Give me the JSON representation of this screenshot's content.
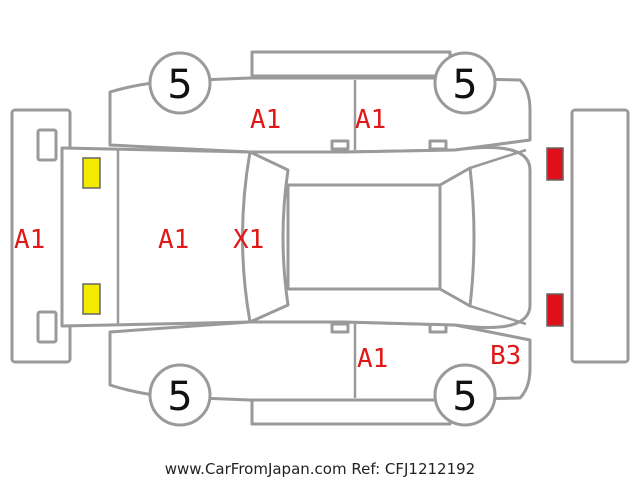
{
  "damage_labels": {
    "front_bumper": "A1",
    "hood": "A1",
    "windshield": "X1",
    "front_left_door": "A1",
    "rear_left_door": "A1",
    "rear_right_door": "A1",
    "rear_right_quarter": "B3"
  },
  "tire_tread": {
    "front_left": "5",
    "rear_left": "5",
    "front_right": "5",
    "rear_right": "5"
  },
  "lights": {
    "front_color": "#f2ea00",
    "rear_color": "#e0101a"
  },
  "footer": "www.CarFromJapan.com Ref: CFJ1212192"
}
